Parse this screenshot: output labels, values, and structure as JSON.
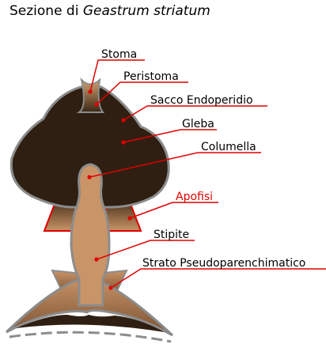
{
  "title": {
    "prefix": "Sezione di",
    "species": "Geastrum striatum"
  },
  "labels": {
    "stoma": "Stoma",
    "peristoma": "Peristoma",
    "sacco": "Sacco Endoperidio",
    "gleba": "Gleba",
    "columella": "Columella",
    "apofisi": "Apofisi",
    "stipite": "Stipite",
    "strato": "Strato Pseudoparenchimatico"
  },
  "colors": {
    "leader": "#e00000",
    "highlight": "#e00000",
    "gleba": "#2e1f12",
    "stipe": "#c99467",
    "wall": "#8c8c8c"
  }
}
